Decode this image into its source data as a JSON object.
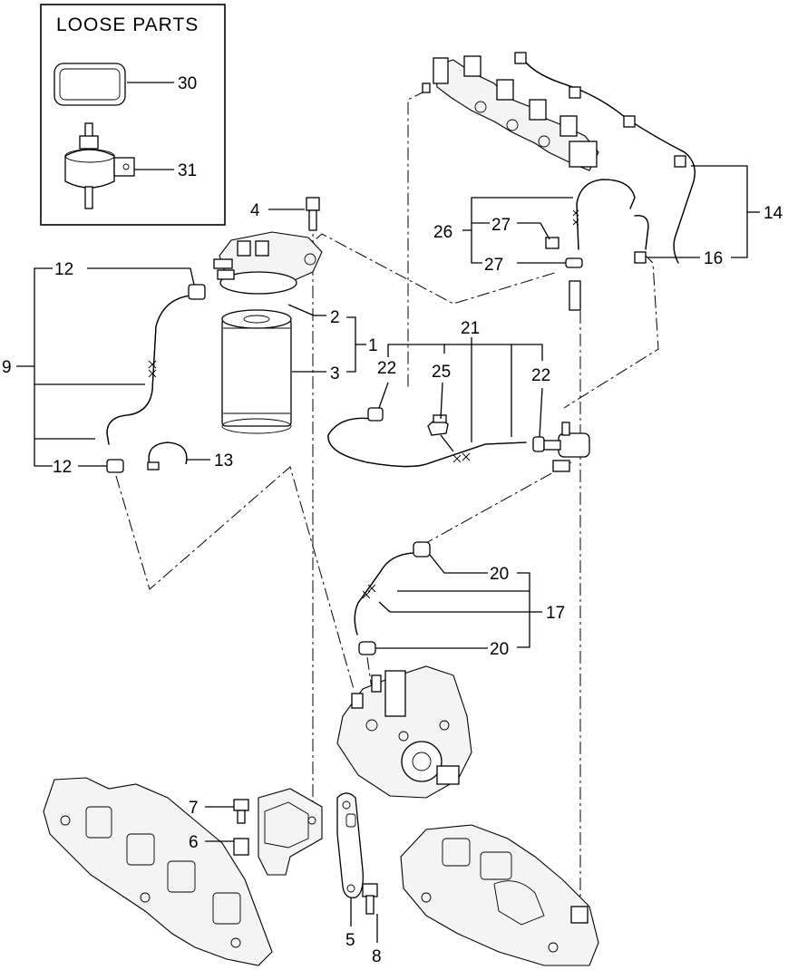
{
  "loose_parts": {
    "title": "LOOSE PARTS"
  },
  "callouts": {
    "c1": "1",
    "c2": "2",
    "c3": "3",
    "c4": "4",
    "c5": "5",
    "c6": "6",
    "c7": "7",
    "c8": "8",
    "c9": "9",
    "c12a": "12",
    "c12b": "12",
    "c13": "13",
    "c14": "14",
    "c16": "16",
    "c17": "17",
    "c20a": "20",
    "c20b": "20",
    "c21": "21",
    "c22a": "22",
    "c22b": "22",
    "c25": "25",
    "c26": "26",
    "c27a": "27",
    "c27b": "27",
    "c30": "30",
    "c31": "31"
  }
}
